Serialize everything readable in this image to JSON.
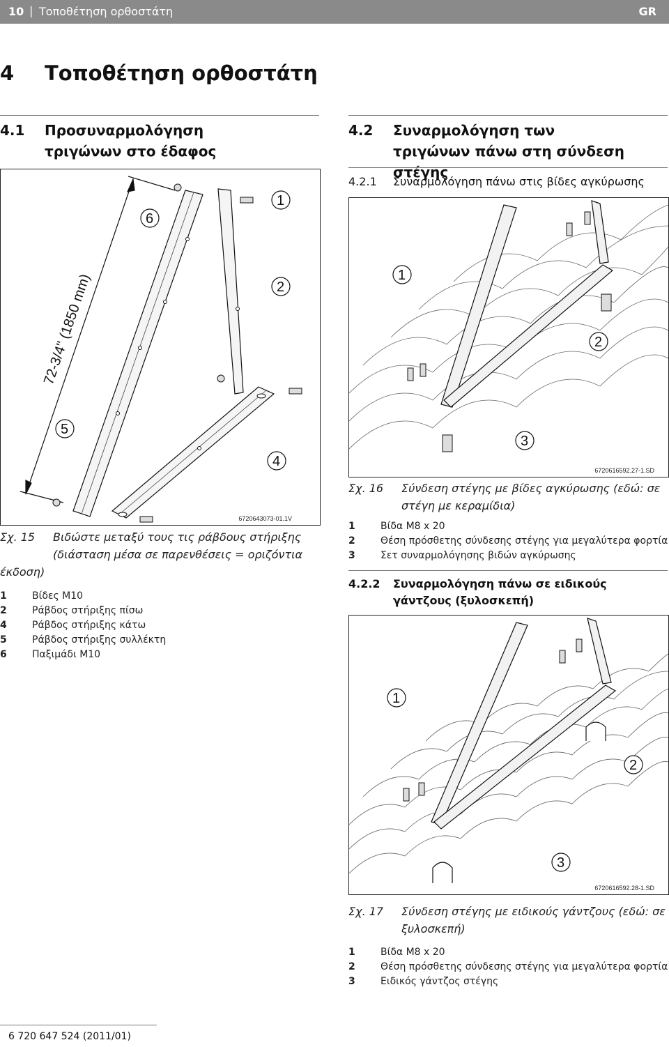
{
  "header": {
    "page_number": "10",
    "separator": "|",
    "title": "Τοποθέτηση ορθοστάτη",
    "lang": "GR"
  },
  "main_heading": {
    "number": "4",
    "title": "Τοποθέτηση ορθοστάτη"
  },
  "section_4_1": {
    "number": "4.1",
    "title": "Προσυναρμολόγηση τριγώνων στο έδαφος"
  },
  "section_4_2": {
    "number": "4.2",
    "title": "Συναρμολόγηση των τριγώνων πάνω στη σύνδεση στέγης"
  },
  "section_4_2_1": {
    "number": "4.2.1",
    "title": "Συναρμολόγηση πάνω στις βίδες αγκύρωσης"
  },
  "section_4_2_2": {
    "number": "4.2.2",
    "title": "Συναρμολόγηση πάνω σε ειδικούς γάντζους (ξυλοσκεπή)"
  },
  "fig15": {
    "code": "6720643073-01.1V",
    "dimension": "72-3/4\" (1850 mm)",
    "callouts": [
      "1",
      "2",
      "4",
      "5",
      "6"
    ],
    "caption_num": "Σχ. 15",
    "caption_line1": "Βιδώστε μεταξύ τους τις ράβδους στήριξης",
    "caption_line2": "(διάσταση μέσα σε παρενθέσεις = οριζόντια",
    "caption_line3": "έκδοση)",
    "legend": [
      {
        "k": "1",
        "v": "Βίδες M10"
      },
      {
        "k": "2",
        "v": "Ράβδος στήριξης πίσω"
      },
      {
        "k": "4",
        "v": "Ράβδος στήριξης κάτω"
      },
      {
        "k": "5",
        "v": "Ράβδος στήριξης συλλέκτη"
      },
      {
        "k": "6",
        "v": "Παξιμάδι M10"
      }
    ]
  },
  "fig16": {
    "code": "6720616592.27-1.SD",
    "callouts": [
      "1",
      "2",
      "3"
    ],
    "caption_num": "Σχ. 16",
    "caption_line1": "Σύνδεση στέγης με βίδες αγκύρωσης (εδώ: σε",
    "caption_line2": "στέγη με κεραμίδια)",
    "legend": [
      {
        "k": "1",
        "v": "Βίδα M8 x 20"
      },
      {
        "k": "2",
        "v": "Θέση πρόσθετης σύνδεσης στέγης για μεγαλύτερα φορτία"
      },
      {
        "k": "3",
        "v": "Σετ συναρμολόγησης βιδών αγκύρωσης"
      }
    ]
  },
  "fig17": {
    "code": "6720616592.28-1.SD",
    "callouts": [
      "1",
      "2",
      "3"
    ],
    "caption_num": "Σχ. 17",
    "caption_line1": "Σύνδεση στέγης με ειδικούς γάντζους (εδώ: σε",
    "caption_line2": "ξυλοσκεπή)",
    "legend": [
      {
        "k": "1",
        "v": "Βίδα M8 x 20"
      },
      {
        "k": "2",
        "v": "Θέση πρόσθετης σύνδεσης στέγης για μεγαλύτερα φορτία"
      },
      {
        "k": "3",
        "v": "Ειδικός γάντζος στέγης"
      }
    ]
  },
  "footer": "6 720 647 524 (2011/01)"
}
